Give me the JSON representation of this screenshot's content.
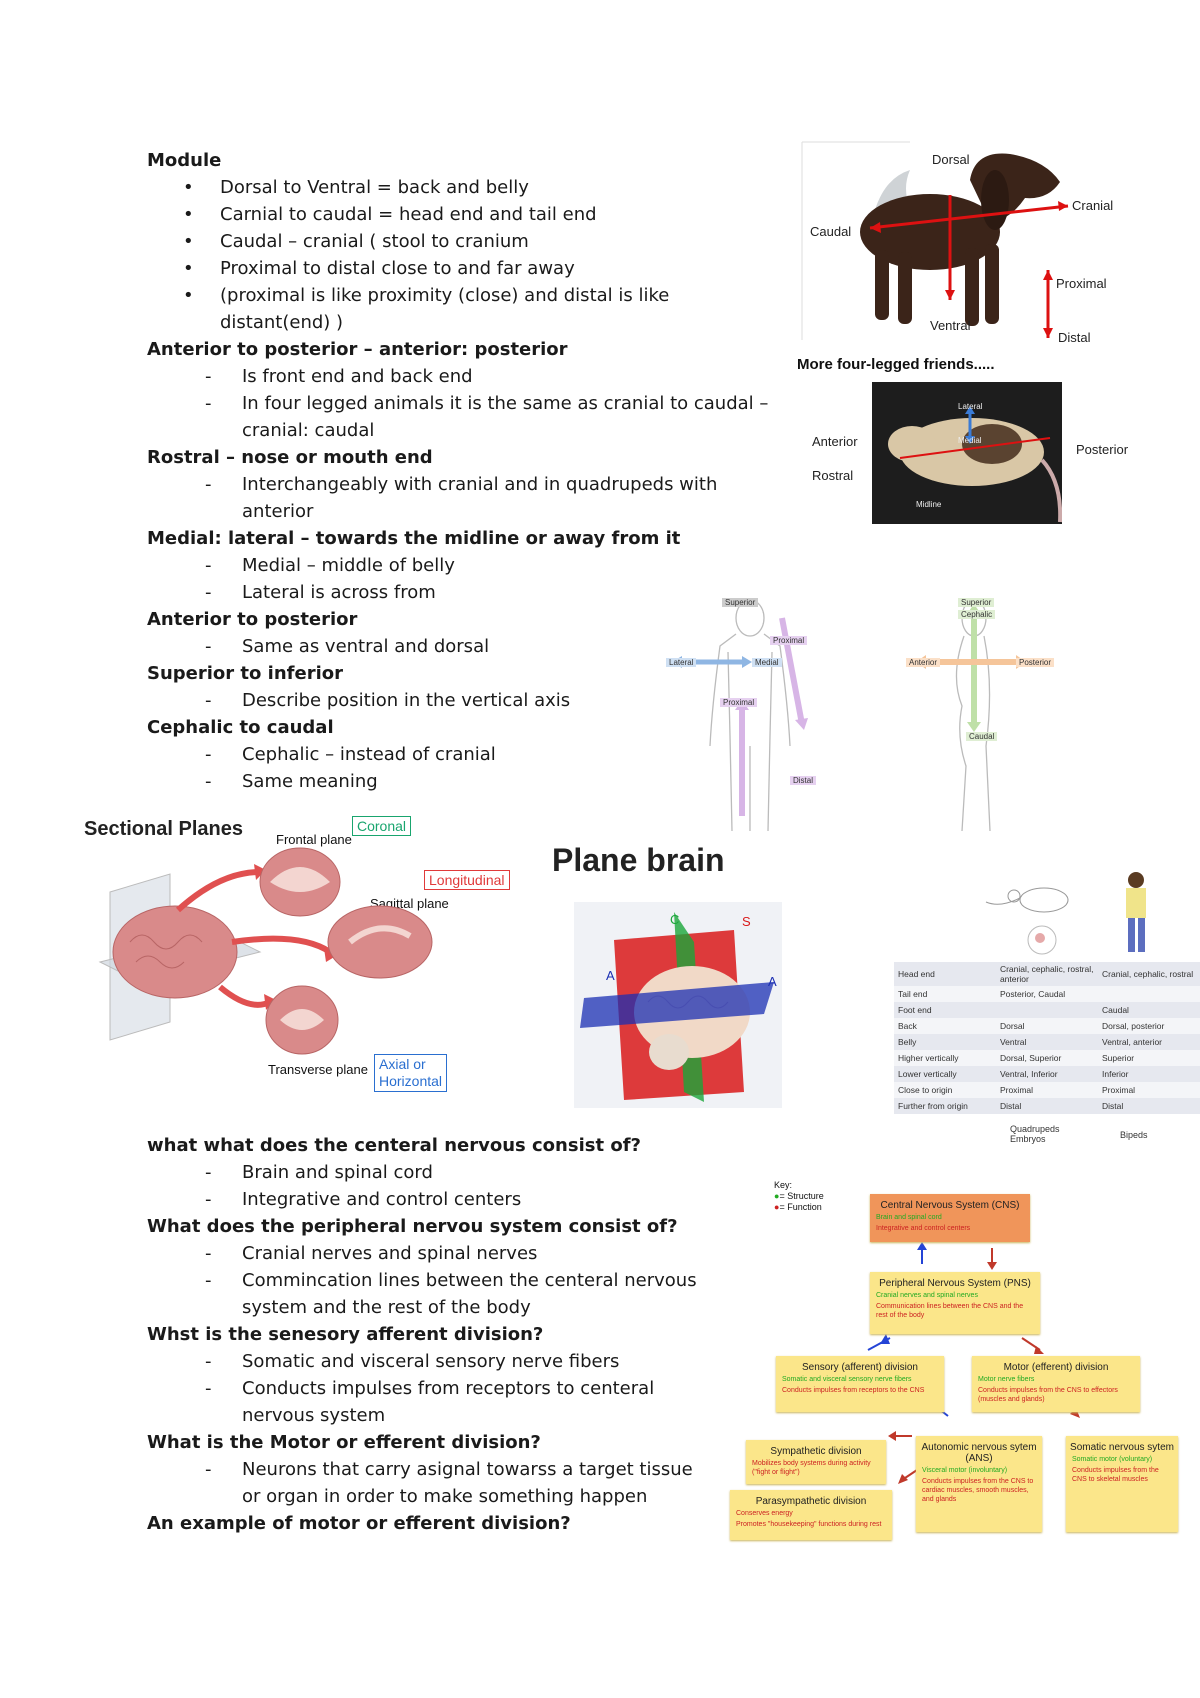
{
  "notes": {
    "module_heading": "Module",
    "module_bullets": [
      "Dorsal to Ventral = back and belly",
      "Carnial to caudal = head end and tail end",
      "Caudal – cranial ( stool to cranium",
      "Proximal to distal close to and far away",
      "(proximal is like proximity (close) and distal is like",
      "distant(end) )"
    ],
    "sections": [
      {
        "heading": "Anterior to posterior – anterior: posterior",
        "items": [
          "Is front end and back end",
          "In four legged animals it is the same as cranial to caudal –",
          "cranial: caudal"
        ]
      },
      {
        "heading": "Rostral – nose or mouth end",
        "items": [
          "Interchangeably with cranial and in quadrupeds with",
          "anterior"
        ]
      },
      {
        "heading": "Medial: lateral – towards the midline or away from it",
        "items": [
          "Medial – middle of belly",
          "Lateral is across from"
        ]
      },
      {
        "heading": "Anterior to posterior",
        "items": [
          "Same as ventral and dorsal"
        ]
      },
      {
        "heading": "Superior to inferior",
        "items": [
          "Describe position in the vertical axis"
        ]
      },
      {
        "heading": "Cephalic to caudal",
        "items": [
          "Cephalic – instead of cranial",
          "Same meaning"
        ]
      }
    ],
    "qa": [
      {
        "heading": "what what does the centeral nervous consist of?",
        "items": [
          "Brain and spinal cord",
          "Integrative and control centers"
        ]
      },
      {
        "heading": "What does the peripheral nervou system consist of?",
        "items": [
          "Cranial nerves and spinal nerves",
          "Commincation lines between the centeral nervous",
          "system and the rest of the body"
        ]
      },
      {
        "heading": "Whst is the senesory afferent division?",
        "items": [
          "Somatic and visceral sensory nerve fibers",
          "Conducts impulses from receptors to centeral",
          "nervous system"
        ]
      },
      {
        "heading": "What is the Motor or efferent division?",
        "items": [
          "Neurons that carry asignal towarss a target tissue",
          "or organ in order to make something happen"
        ]
      },
      {
        "heading": "An example of motor or efferent division?",
        "items": []
      }
    ]
  },
  "dog_figure": {
    "labels": {
      "dorsal": "Dorsal",
      "cranial": "Cranial",
      "caudal": "Caudal",
      "proximal": "Proximal",
      "ventral": "Ventral",
      "distal": "Distal"
    },
    "caption": "More four-legged friends....."
  },
  "rat_figure": {
    "labels": {
      "anterior": "Anterior",
      "rostral": "Rostral",
      "posterior": "Posterior",
      "lateral": "Lateral",
      "medial": "Medial",
      "midline": "Midline"
    }
  },
  "human_figure": {
    "labels": {
      "superior": "Superior",
      "proximal": "Proximal",
      "lateral": "Lateral",
      "medial": "Medial",
      "proximal2": "Proximal",
      "distal": "Distal",
      "superior2": "Superior",
      "cephalic": "Cephalic",
      "anterior": "Anterior",
      "posterior": "Posterior",
      "caudal": "Caudal"
    }
  },
  "sectional_planes": {
    "title": "Sectional Planes",
    "frontal": "Frontal plane",
    "coronal": "Coronal",
    "longitudinal": "Longitudinal",
    "sagittal": "Sagittal plane",
    "transverse": "Transverse plane",
    "axial": "Axial or",
    "horizontal": "Horizontal"
  },
  "plane_brain": {
    "title": "Plane brain",
    "letters": {
      "c": "C",
      "s": "S",
      "a1": "A",
      "a2": "A"
    }
  },
  "direction_table": {
    "rows": [
      [
        "Head end",
        "Cranial, cephalic, rostral, anterior",
        "Cranial, cephalic, rostral"
      ],
      [
        "Tail end",
        "Posterior, Caudal",
        ""
      ],
      [
        "Foot end",
        "",
        "Caudal"
      ],
      [
        "Back",
        "Dorsal",
        "Dorsal, posterior"
      ],
      [
        "Belly",
        "Ventral",
        "Ventral, anterior"
      ],
      [
        "Higher vertically",
        "Dorsal, Superior",
        "Superior"
      ],
      [
        "Lower vertically",
        "Ventral, Inferior",
        "Inferior"
      ],
      [
        "Close to origin",
        "Proximal",
        "Proximal"
      ],
      [
        "Further from origin",
        "Distal",
        "Distal"
      ]
    ],
    "col1_caption": "Quadrupeds Embryos",
    "col2_caption": "Bipeds"
  },
  "ns_diagram": {
    "key_title": "Key:",
    "key_structure": "= Structure",
    "key_function": "= Function",
    "cns": {
      "title": "Central Nervous System (CNS)",
      "structure": "Brain and spinal cord",
      "function": "Integrative and control centers"
    },
    "pns": {
      "title": "Peripheral Nervous System (PNS)",
      "structure": "Cranial nerves and spinal nerves",
      "function": "Communication lines between the CNS and the rest of the body"
    },
    "sensory": {
      "title": "Sensory (afferent) division",
      "structure": "Somatic and visceral sensory nerve fibers",
      "function": "Conducts impulses from receptors to the CNS"
    },
    "motor": {
      "title": "Motor (efferent) division",
      "structure": "Motor nerve fibers",
      "function": "Conducts impulses from the CNS to effectors (muscles and glands)"
    },
    "sympathetic": {
      "title": "Sympathetic division",
      "function": "Mobilizes body systems during activity (\"fight or flight\")"
    },
    "parasympathetic": {
      "title": "Parasympathetic division",
      "structure": "Conserves energy",
      "function": "Promotes \"housekeeping\" functions during rest"
    },
    "ans": {
      "title": "Autonomic nervous sytem (ANS)",
      "structure": "Visceral motor (involuntary)",
      "function": "Conducts impulses from the CNS to cardiac muscles, smooth muscles, and glands"
    },
    "somatic": {
      "title": "Somatic nervous sytem",
      "structure": "Somatic motor (voluntary)",
      "function": "Conducts impulses from the CNS to skeletal muscles"
    }
  },
  "colors": {
    "brain_pink": "#d98a8a",
    "arrow_red": "#c0392b",
    "cns_orange": "#f0955a",
    "box_yellow": "#fbe68a",
    "arrow_blue": "#2444d6"
  }
}
